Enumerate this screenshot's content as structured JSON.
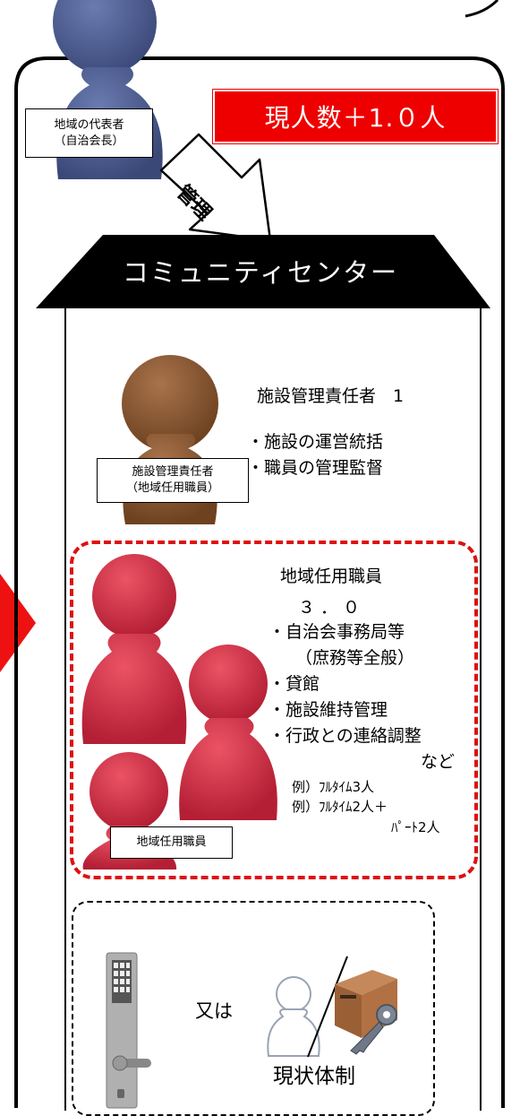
{
  "colors": {
    "accent_red": "#ee0000",
    "dashed_red": "#dd1111",
    "person_blue": "#48588c",
    "person_brown": "#8d5a35",
    "person_red": "#d63045"
  },
  "header": {
    "badge": "現人数＋1.０人"
  },
  "representative": {
    "label_line1": "地域の代表者",
    "label_line2": "（自治会長）"
  },
  "arrow": {
    "label": "管理"
  },
  "building": {
    "title": "コミュニティセンター"
  },
  "manager": {
    "heading": "施設管理責任者　1",
    "duties": [
      "・施設の運営統括",
      "・職員の管理監督"
    ],
    "label_line1": "施設管理責任者",
    "label_line2": "（地域任用職員）"
  },
  "staff": {
    "heading": "地域任用職員",
    "count": "３．０",
    "duties": [
      "・自治会事務局等",
      "（庶務等全般）",
      "・貸館",
      "・施設維持管理",
      "・行政との連絡調整",
      "など"
    ],
    "examples": [
      "例）ﾌﾙﾀｲﾑ3人",
      "例）ﾌﾙﾀｲﾑ2人＋",
      "ﾊﾟｰﾄ2人"
    ],
    "label": "地域任用職員"
  },
  "bottom": {
    "or_text": "又は",
    "status_label": "現状体制",
    "icons": [
      "keypad-door-lock-icon",
      "person-outline-icon",
      "parcel-box-key-icon"
    ]
  }
}
